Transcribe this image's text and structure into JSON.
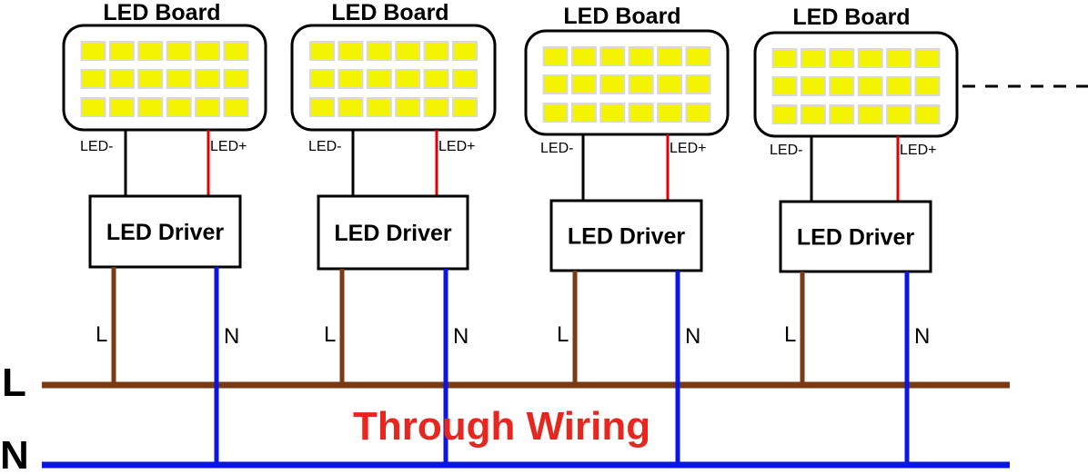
{
  "title": "Through Wiring",
  "colors": {
    "live_wire": "#7a3b14",
    "neutral_wire": "#0b16e0",
    "positive_wire": "#e00000",
    "negative_wire": "#000000",
    "led_chip": "#f4f400",
    "title": "#e6261f"
  },
  "bus": {
    "live_label": "L",
    "neutral_label": "N"
  },
  "units": [
    {
      "board_label": "LED Board",
      "neg_label": "LED-",
      "pos_label": "LED+",
      "driver_label": "LED Driver",
      "l_label": "L",
      "n_label": "N"
    },
    {
      "board_label": "LED Board",
      "neg_label": "LED-",
      "pos_label": "LED+",
      "driver_label": "LED Driver",
      "l_label": "L",
      "n_label": "N"
    },
    {
      "board_label": "LED Board",
      "neg_label": "LED-",
      "pos_label": "LED+",
      "driver_label": "LED Driver",
      "l_label": "L",
      "n_label": "N"
    },
    {
      "board_label": "LED Board",
      "neg_label": "LED-",
      "pos_label": "LED+",
      "driver_label": "LED Driver",
      "l_label": "L",
      "n_label": "N"
    }
  ]
}
